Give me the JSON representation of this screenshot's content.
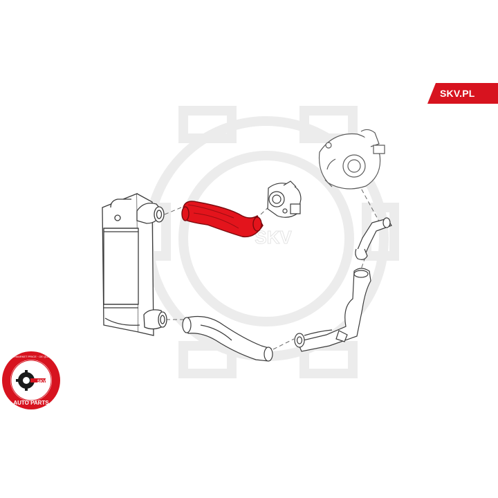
{
  "brand": {
    "site_label": "SKV.PL",
    "accent_color": "#d7131f"
  },
  "watermark": {
    "text": "SKV",
    "color": "#eeeeee"
  },
  "badge": {
    "center_text": "SKV",
    "ring_text": "AFTERMARKET PRICE · OE QUALITY",
    "bottom_text": "AUTO PARTS",
    "icon": "gear-wrench-icon",
    "color": "#d7131f"
  },
  "diagram": {
    "highlighted_part": "intercooler-charge-hose",
    "highlight_color": "#e3141c",
    "line_color": "#444444"
  }
}
